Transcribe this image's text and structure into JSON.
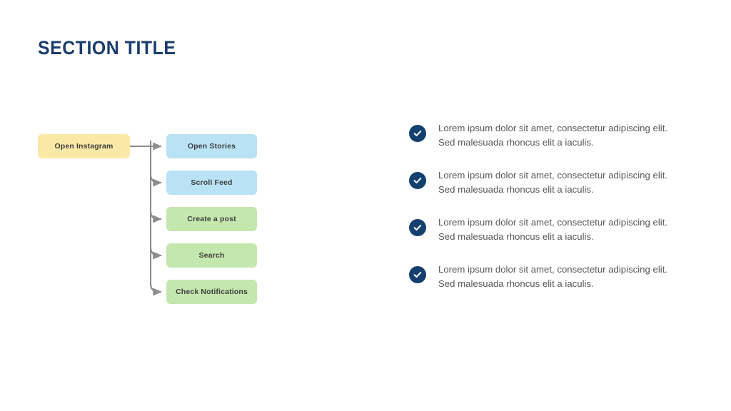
{
  "slide": {
    "title": "SECTION TITLE",
    "background_color": "#ffffff",
    "title_color": "#1a3d6d"
  },
  "flowchart": {
    "connector_color": "#8d8d8d",
    "root": {
      "label": "Open Instagram",
      "fill_color": "#fae9a6"
    },
    "children": [
      {
        "label": "Open Stories",
        "fill_color": "#b9e2f4"
      },
      {
        "label": "Scroll Feed",
        "fill_color": "#b9e2f4"
      },
      {
        "label": "Create a post",
        "fill_color": "#c4e7ad"
      },
      {
        "label": "Search",
        "fill_color": "#c4e7ad"
      },
      {
        "label": "Check Notifications",
        "fill_color": "#c4e7ad"
      }
    ]
  },
  "bullets": {
    "icon_name": "check-circle-icon",
    "icon_color": "#14406e",
    "text_color": "#575757",
    "items": [
      {
        "line1": "Lorem ipsum dolor sit amet, consectetur adipiscing elit.",
        "line2": "Sed malesuada rhoncus elit a iaculis."
      },
      {
        "line1": "Lorem ipsum dolor sit amet, consectetur adipiscing elit.",
        "line2": "Sed malesuada rhoncus elit a iaculis."
      },
      {
        "line1": "Lorem ipsum dolor sit amet, consectetur adipiscing elit.",
        "line2": "Sed malesuada rhoncus elit a iaculis."
      },
      {
        "line1": "Lorem ipsum dolor sit amet, consectetur adipiscing elit.",
        "line2": "Sed malesuada rhoncus elit a iaculis."
      }
    ]
  }
}
